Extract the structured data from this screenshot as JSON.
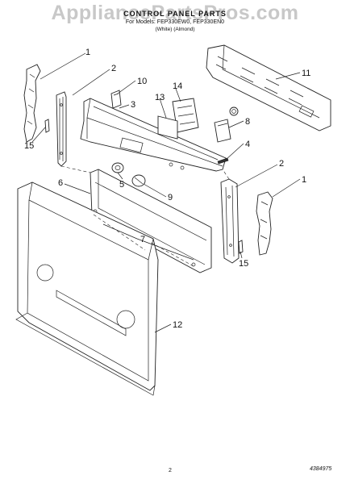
{
  "header": {
    "watermark": "AppliancePartsPros.com",
    "title": "CONTROL PANEL PARTS",
    "models": "For Models: FEP330EW0, FEP330EN0",
    "colors": "(White)     (Almond)"
  },
  "footer": {
    "page_number": "2",
    "doc_number": "4384975"
  },
  "callouts": [
    "1",
    "2",
    "10",
    "3",
    "14",
    "13",
    "11",
    "8",
    "15",
    "4",
    "5",
    "9",
    "6",
    "2",
    "1",
    "7",
    "15",
    "12"
  ],
  "colors": {
    "line": "#222222",
    "watermark": "#c8c8c8"
  }
}
